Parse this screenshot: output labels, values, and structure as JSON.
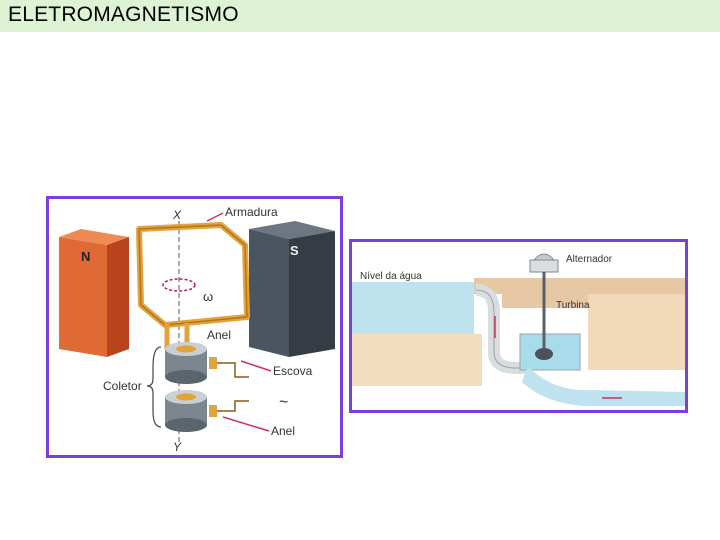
{
  "header": {
    "title": "ELETROMAGNETISMO"
  },
  "generator": {
    "axis_top": "X",
    "axis_bottom": "Y",
    "pole_north": "N",
    "pole_south": "S",
    "armature": "Armadura",
    "omega": "ω",
    "ring_top": "Anel",
    "collector": "Coletor",
    "brush": "Escova",
    "ac_symbol": "~",
    "ring_bottom": "Anel"
  },
  "hydro": {
    "water_level": "Nível da água",
    "alternator": "Alternador",
    "turbine": "Turbina"
  },
  "colors": {
    "border": "#7a3fdc",
    "title_bg": "#ddf3d4",
    "copper": "#e2a23c",
    "magnet_n": "#e06a35",
    "magnet_s": "#4b5560",
    "water": "#bfe3ee"
  }
}
